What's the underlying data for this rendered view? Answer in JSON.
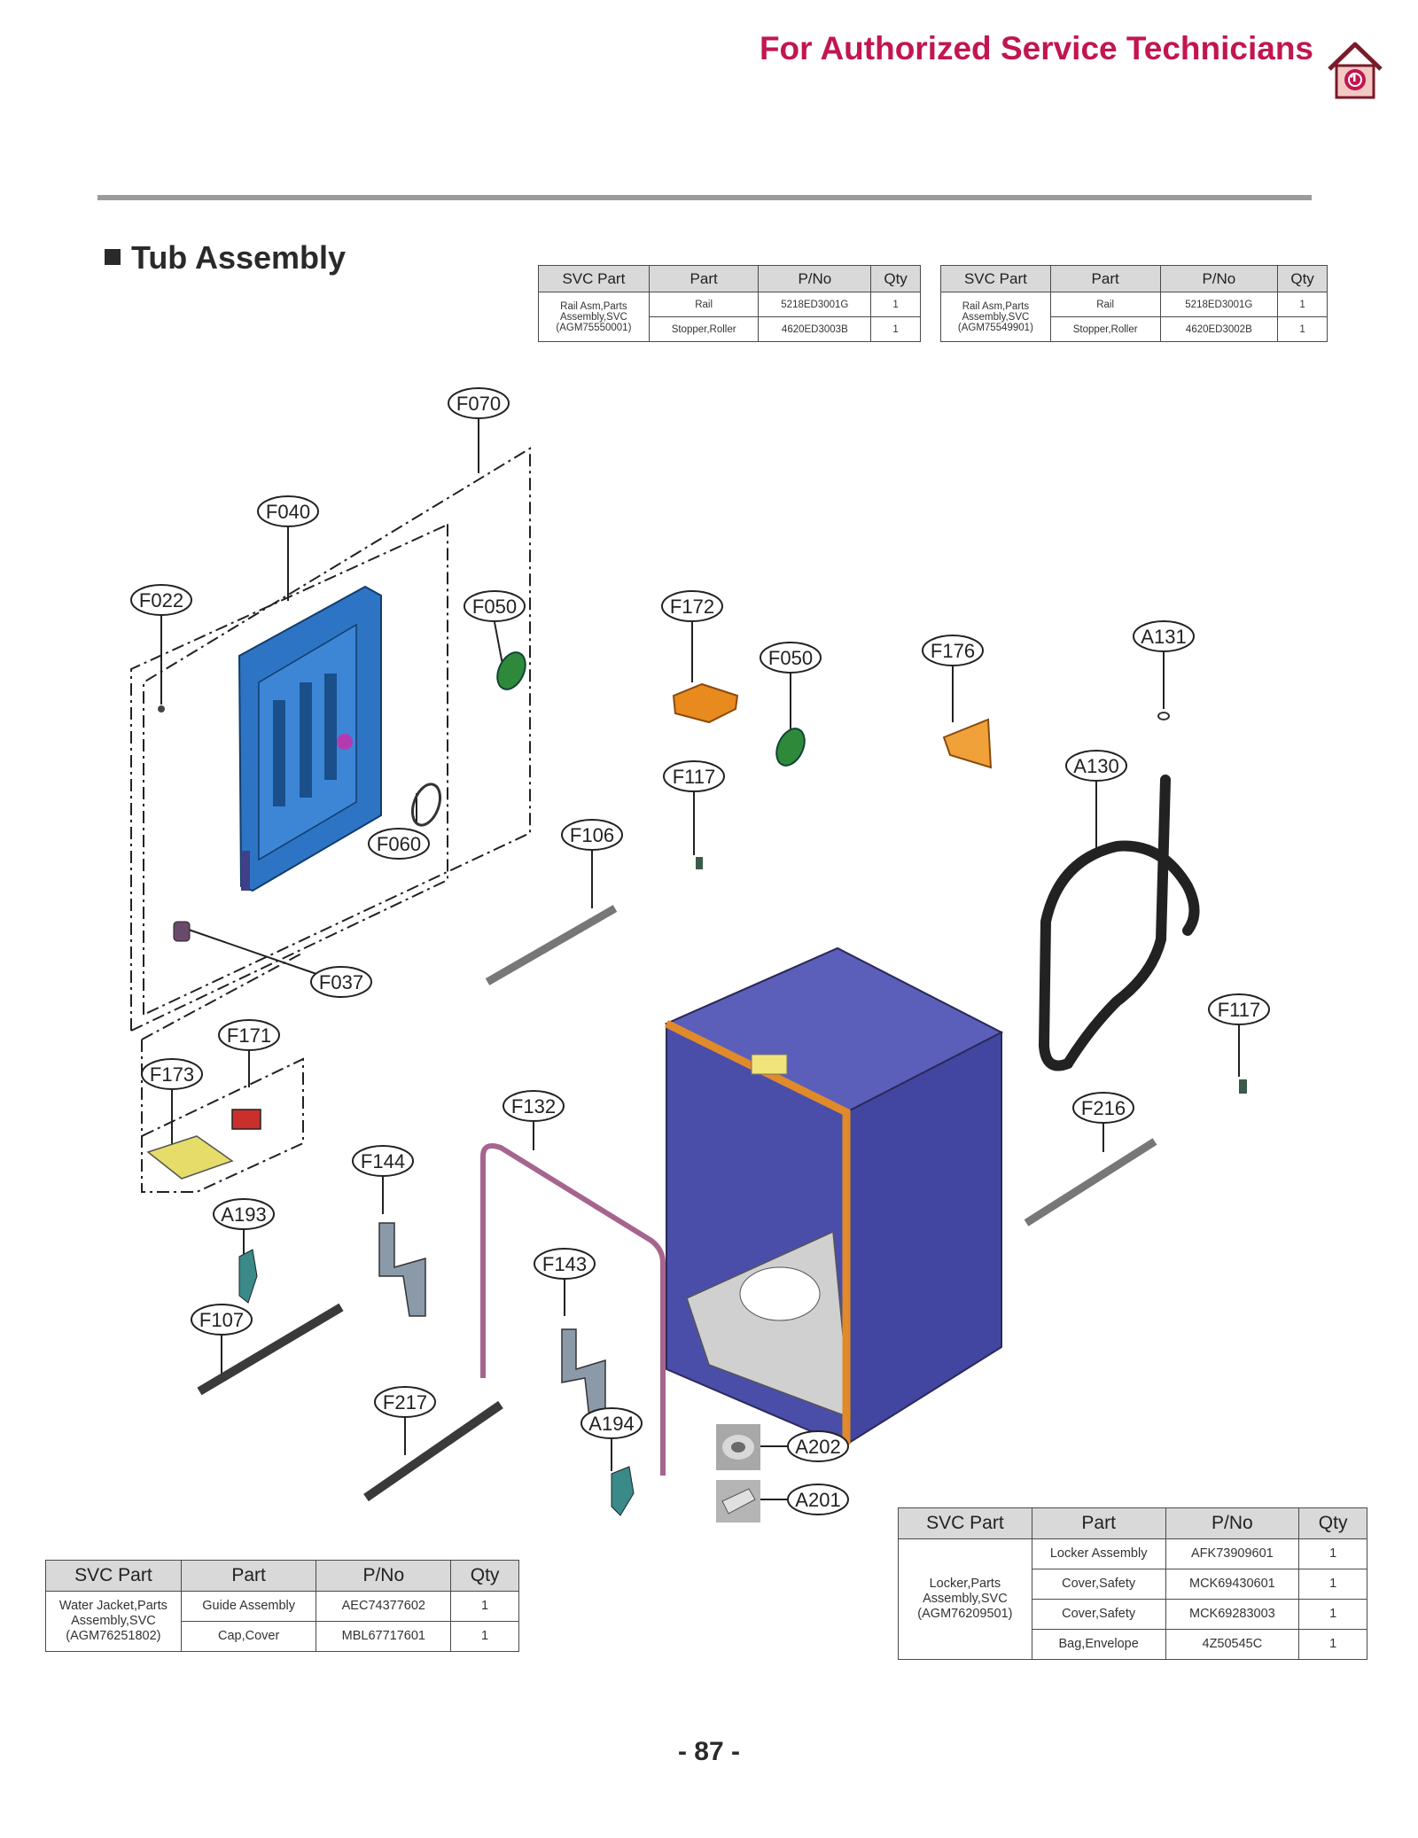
{
  "header": {
    "title": "For Authorized Service Technicians",
    "logo_icon": "lg-house-logo-icon"
  },
  "section": {
    "title": "Tub Assembly"
  },
  "table_headers": {
    "svc_part": "SVC Part",
    "part": "Part",
    "pno": "P/No",
    "qty": "Qty"
  },
  "tables": {
    "rail_a": {
      "svc": "Rail Asm,Parts Assembly,SVC (AGM75550001)",
      "rows": [
        {
          "part": "Rail",
          "pno": "5218ED3001G",
          "qty": "1"
        },
        {
          "part": "Stopper,Roller",
          "pno": "4620ED3003B",
          "qty": "1"
        }
      ]
    },
    "rail_b": {
      "svc": "Rail Asm,Parts Assembly,SVC (AGM75549901)",
      "rows": [
        {
          "part": "Rail",
          "pno": "5218ED3001G",
          "qty": "1"
        },
        {
          "part": "Stopper,Roller",
          "pno": "4620ED3002B",
          "qty": "1"
        }
      ]
    },
    "water_jacket": {
      "svc": "Water Jacket,Parts Assembly,SVC (AGM76251802)",
      "rows": [
        {
          "part": "Guide Assembly",
          "pno": "AEC74377602",
          "qty": "1"
        },
        {
          "part": "Cap,Cover",
          "pno": "MBL67717601",
          "qty": "1"
        }
      ]
    },
    "locker": {
      "svc": "Locker,Parts Assembly,SVC (AGM76209501)",
      "rows": [
        {
          "part": "Locker Assembly",
          "pno": "AFK73909601",
          "qty": "1"
        },
        {
          "part": "Cover,Safety",
          "pno": "MCK69430601",
          "qty": "1"
        },
        {
          "part": "Cover,Safety",
          "pno": "MCK69283003",
          "qty": "1"
        },
        {
          "part": "Bag,Envelope",
          "pno": "4Z50545C",
          "qty": "1"
        }
      ]
    }
  },
  "callouts": [
    "F070",
    "F040",
    "F022",
    "F050",
    "F172",
    "F050",
    "F176",
    "A131",
    "A130",
    "F117",
    "F106",
    "F060",
    "F037",
    "F117",
    "F171",
    "F173",
    "F132",
    "F216",
    "F144",
    "A193",
    "F143",
    "F107",
    "F217",
    "A194",
    "A202",
    "A201"
  ],
  "page_number": "- 87 -"
}
